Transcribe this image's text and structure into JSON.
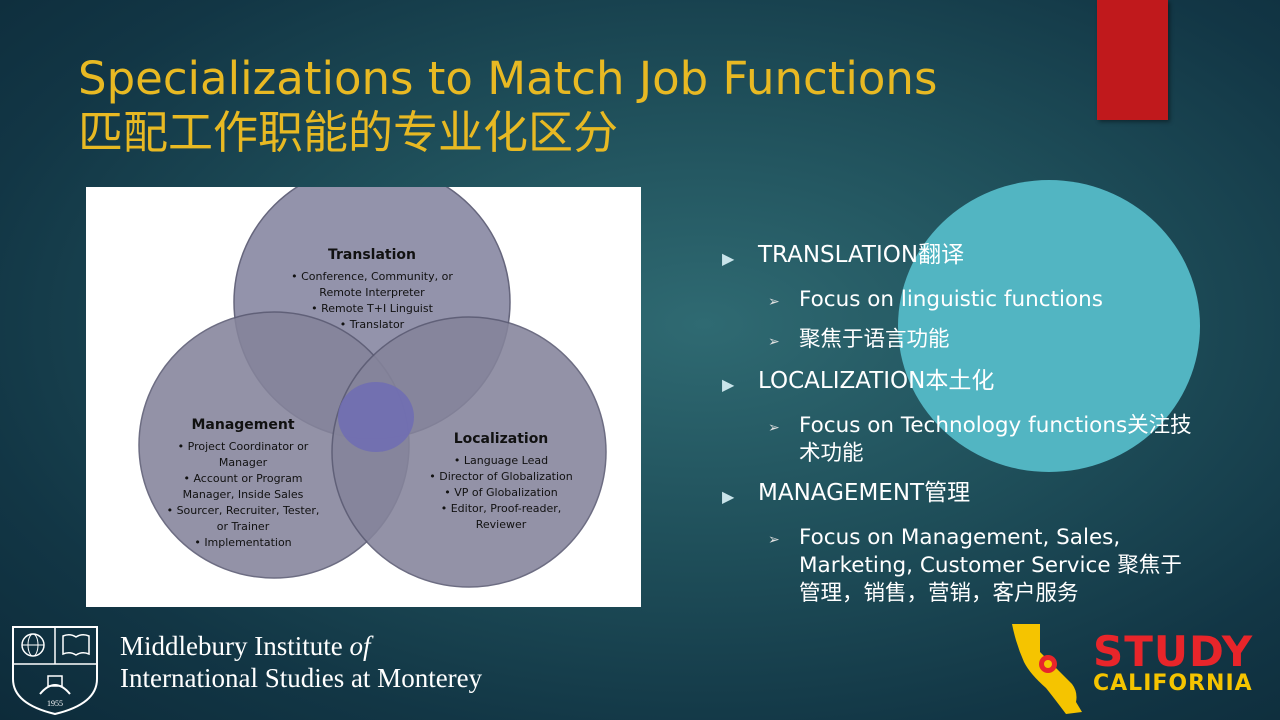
{
  "slide": {
    "title_line1": "Specializations to Match Job Functions",
    "title_line2": "匹配工作职能的专业化区分",
    "colors": {
      "title": "#e8b923",
      "accent_bar": "#c0191c",
      "deco_circle": "#52b5c2"
    }
  },
  "venn": {
    "translation": {
      "heading": "Translation",
      "items": [
        "• Conference, Community, or",
        "Remote Interpreter",
        "• Remote T+I Linguist",
        "• Translator"
      ]
    },
    "management": {
      "heading": "Management",
      "items": [
        "• Project Coordinator or",
        "Manager",
        "• Account or Program",
        "Manager, Inside Sales",
        "• Sourcer, Recruiter, Tester,",
        "or Trainer",
        "• Implementation"
      ]
    },
    "localization": {
      "heading": "Localization",
      "items": [
        "• Language Lead",
        "• Director of Globalization",
        "• VP of Globalization",
        "• Editor, Proof-reader,",
        "Reviewer"
      ]
    }
  },
  "bullets": [
    {
      "label": "TRANSLATION翻译",
      "subs": [
        "Focus on linguistic functions",
        "聚焦于语言功能"
      ]
    },
    {
      "label": "LOCALIZATION本土化",
      "subs": [
        "Focus on Technology functions关注技术功能"
      ]
    },
    {
      "label": "MANAGEMENT管理",
      "subs": [
        "Focus on Management, Sales, Marketing, Customer Service 聚焦于管理，销售，营销，客户服务"
      ]
    }
  ],
  "footer": {
    "inst_line1": "Middlebury Institute",
    "inst_of": "of",
    "inst_line2": "International Studies at Monterey",
    "seal_year": "1955",
    "study_line1": "STUDY",
    "study_line2": "CALIFORNIA"
  }
}
